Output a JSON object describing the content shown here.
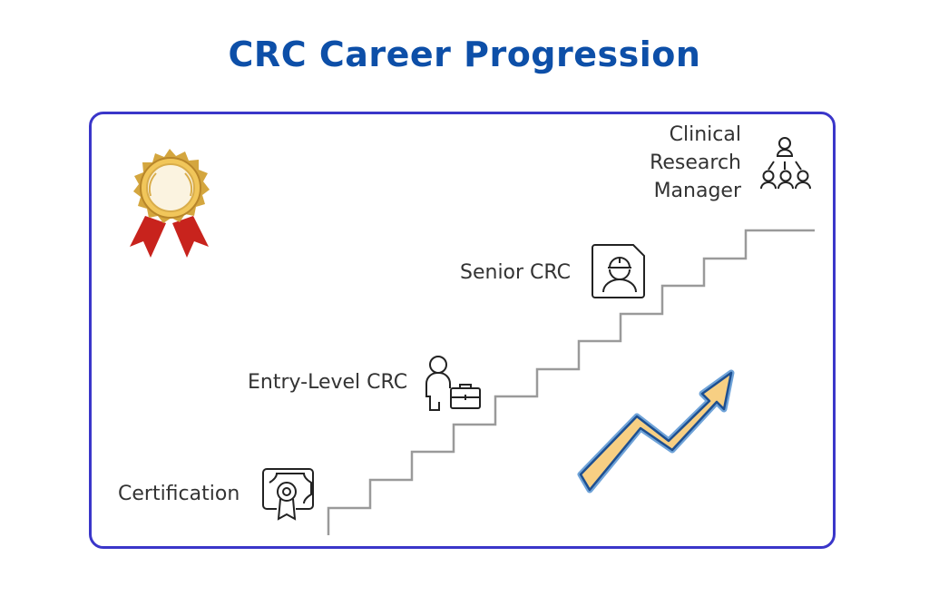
{
  "title": "CRC Career Progression",
  "colors": {
    "title": "#0d4fa8",
    "frame": "#3a36c9",
    "stairs": "#9a9a9a",
    "arrow_fill": "#f7cf83",
    "arrow_stroke": "#1d4f91",
    "arrow_outline": "#6fa3d8",
    "medal_gold": "#d4a63e",
    "ribbon": "#c8231d"
  },
  "stages": [
    {
      "label": "Certification",
      "icon": "certificate-icon"
    },
    {
      "label": "Entry-Level CRC",
      "icon": "employee-briefcase-icon"
    },
    {
      "label": "Senior CRC",
      "icon": "worker-badge-icon"
    },
    {
      "label": "Clinical Research Manager",
      "icon": "team-leader-icon"
    }
  ],
  "decorations": [
    "gold-medal-icon",
    "growth-arrow-icon"
  ]
}
